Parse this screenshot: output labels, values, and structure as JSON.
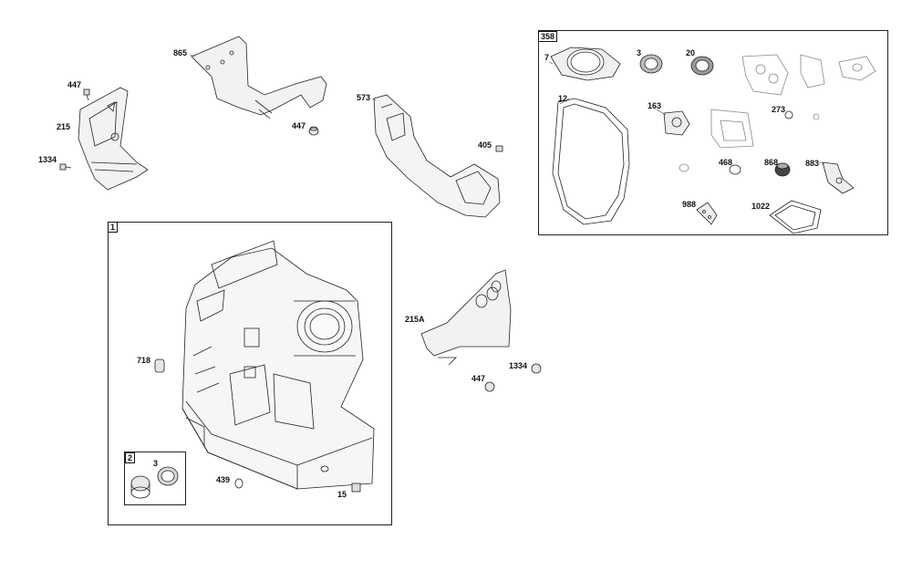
{
  "groups": {
    "block": "1",
    "bearing": "2",
    "gasket_set": "358"
  },
  "labels": {
    "l447a": "447",
    "l215": "215",
    "l1334a": "1334",
    "l865": "865",
    "l447b": "447",
    "l573": "573",
    "l405": "405",
    "l718": "718",
    "l3a": "3",
    "l439": "439",
    "l15": "15",
    "l215A": "215A",
    "l1334b": "1334",
    "l447c": "447",
    "l7": "7",
    "l3b": "3",
    "l20": "20",
    "l12": "12",
    "l163": "163",
    "l273": "273",
    "l468": "468",
    "l868": "868",
    "l883": "883",
    "l988": "988",
    "l1022": "1022"
  }
}
